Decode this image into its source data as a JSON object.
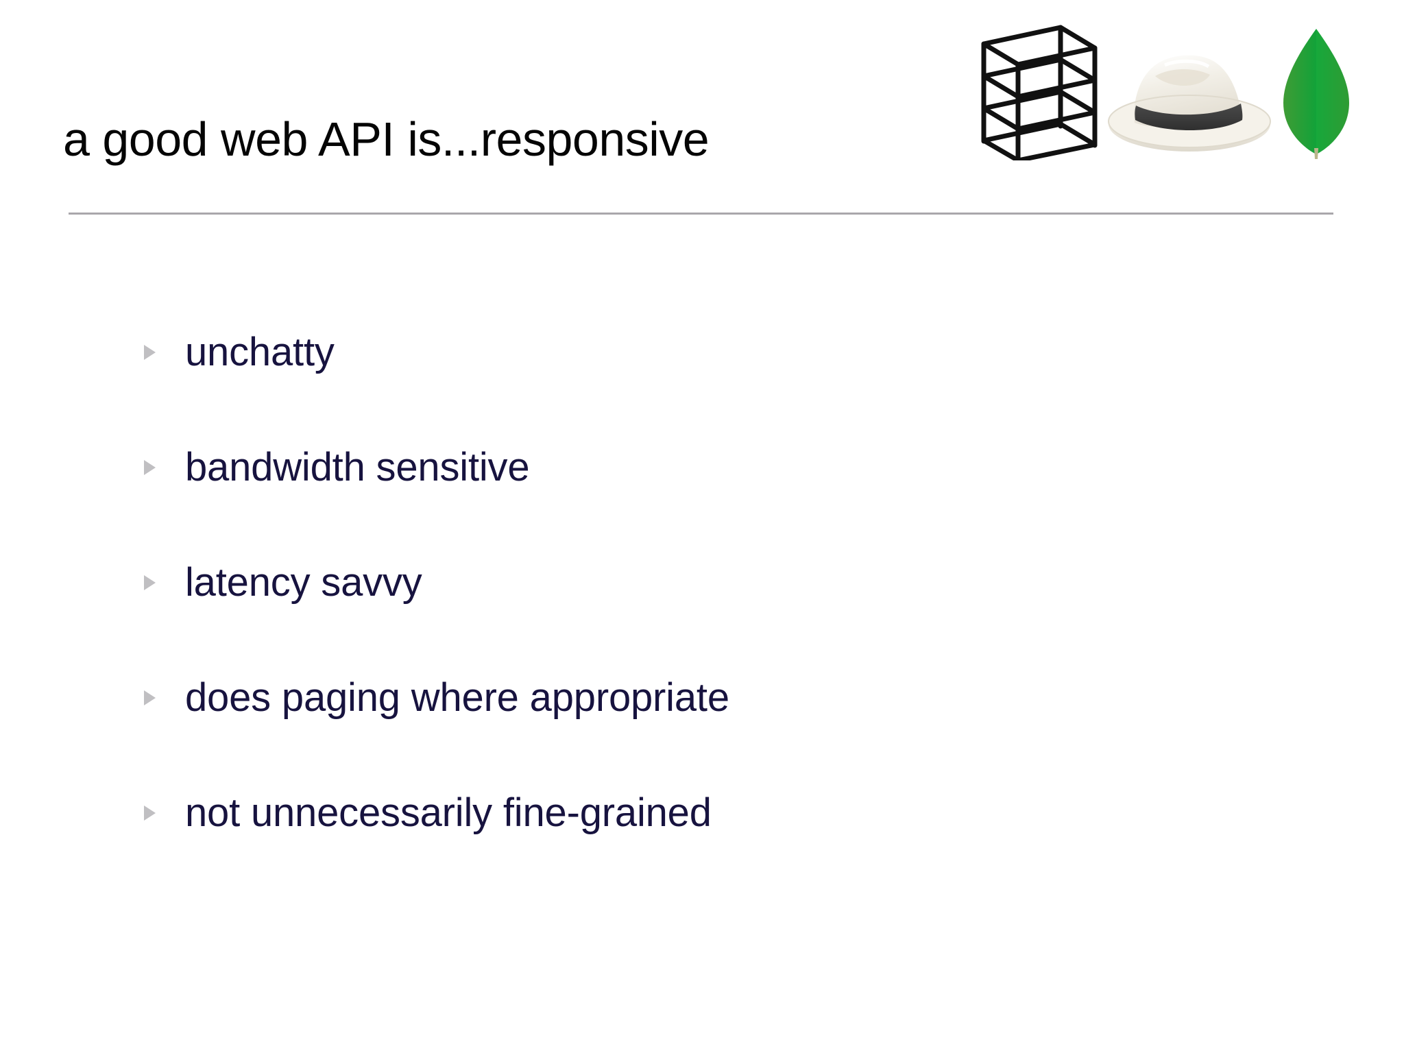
{
  "slide": {
    "title": "a good web API is...responsive",
    "background_color": "#ffffff",
    "title_color": "#050505",
    "rule_color": "#a9a7ab",
    "bullet_text_color": "#17133f",
    "bullet_marker_color": "#c0bfc2"
  },
  "logos": [
    {
      "name": "shelf-wireframe-logo",
      "alt": "3D wireframe bookshelf outline",
      "colors": {
        "stroke": "#111111"
      }
    },
    {
      "name": "panama-hat-logo",
      "alt": "White panama fedora hat with dark band",
      "colors": {
        "crown": "#f4f1ea",
        "band": "#3d3d3d",
        "brim": "#ece8df"
      }
    },
    {
      "name": "mongodb-leaf-logo",
      "alt": "Green MongoDB leaf",
      "colors": {
        "left": "#13a538",
        "right": "#3f9c35",
        "stem": "#b8b58b"
      }
    }
  ],
  "bullets": [
    {
      "marker": "triangle-right",
      "text": "unchatty"
    },
    {
      "marker": "triangle-right",
      "text": "bandwidth sensitive"
    },
    {
      "marker": "triangle-right",
      "text": "latency savvy"
    },
    {
      "marker": "triangle-right",
      "text": "does paging where appropriate"
    },
    {
      "marker": "triangle-right",
      "text": "not unnecessarily fine-grained"
    }
  ]
}
